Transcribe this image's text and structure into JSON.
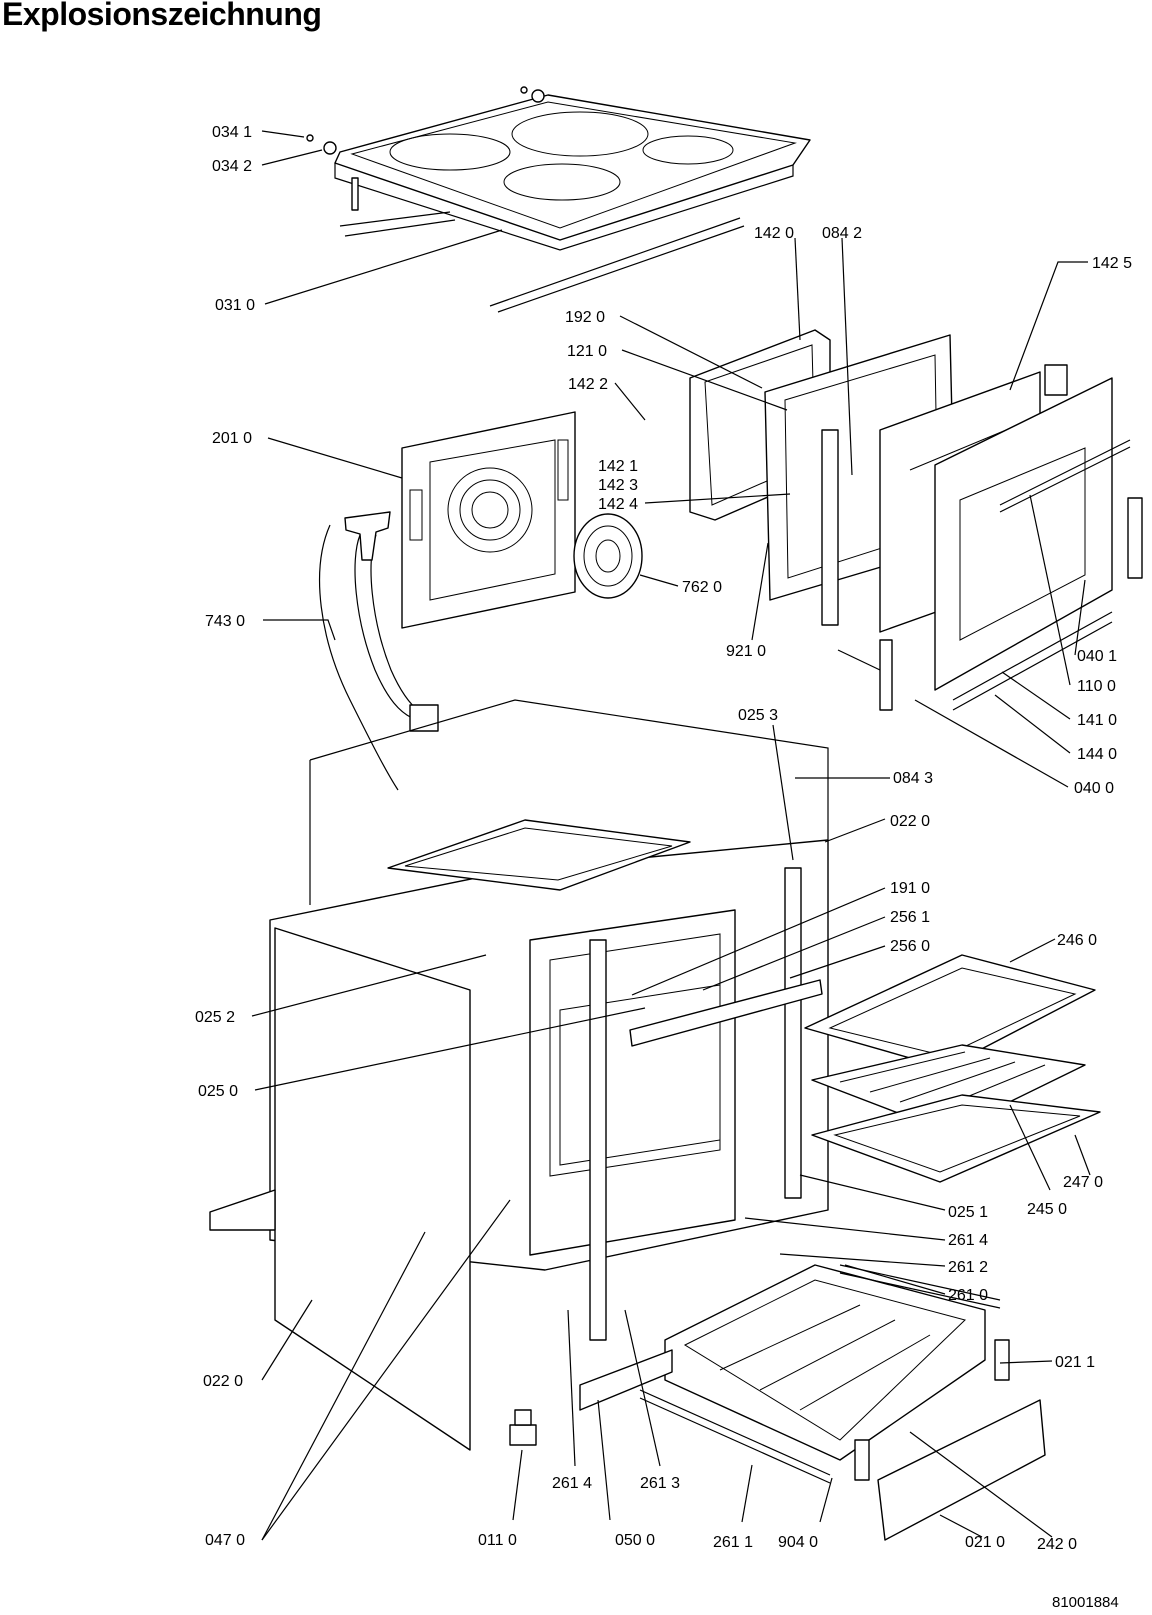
{
  "header": {
    "title": "Explosionszeichnung"
  },
  "footer": {
    "doc_number": "81001884"
  },
  "parts": [
    {
      "id": "034_1",
      "label": "034 1"
    },
    {
      "id": "034_2",
      "label": "034 2"
    },
    {
      "id": "031_0",
      "label": "031 0"
    },
    {
      "id": "142_0",
      "label": "142 0"
    },
    {
      "id": "084_2",
      "label": "084 2"
    },
    {
      "id": "142_5",
      "label": "142 5"
    },
    {
      "id": "192_0",
      "label": "192 0"
    },
    {
      "id": "121_0",
      "label": "121 0"
    },
    {
      "id": "142_2",
      "label": "142 2"
    },
    {
      "id": "201_0",
      "label": "201 0"
    },
    {
      "id": "142_1",
      "label": "142 1"
    },
    {
      "id": "142_3",
      "label": "142 3"
    },
    {
      "id": "142_4",
      "label": "142 4"
    },
    {
      "id": "762_0",
      "label": "762 0"
    },
    {
      "id": "743_0",
      "label": "743 0"
    },
    {
      "id": "921_0",
      "label": "921 0"
    },
    {
      "id": "040_1",
      "label": "040 1"
    },
    {
      "id": "110_0",
      "label": "110 0"
    },
    {
      "id": "141_0",
      "label": "141 0"
    },
    {
      "id": "144_0",
      "label": "144 0"
    },
    {
      "id": "040_0",
      "label": "040 0"
    },
    {
      "id": "025_3",
      "label": "025 3"
    },
    {
      "id": "084_3",
      "label": "084 3"
    },
    {
      "id": "022_0_top",
      "label": "022 0"
    },
    {
      "id": "191_0",
      "label": "191 0"
    },
    {
      "id": "256_1",
      "label": "256 1"
    },
    {
      "id": "256_0",
      "label": "256 0"
    },
    {
      "id": "246_0",
      "label": "246 0"
    },
    {
      "id": "025_2",
      "label": "025 2"
    },
    {
      "id": "025_0",
      "label": "025 0"
    },
    {
      "id": "247_0",
      "label": "247 0"
    },
    {
      "id": "025_1",
      "label": "025 1"
    },
    {
      "id": "245_0",
      "label": "245 0"
    },
    {
      "id": "261_4_right",
      "label": "261 4"
    },
    {
      "id": "261_2",
      "label": "261 2"
    },
    {
      "id": "261_0",
      "label": "261 0"
    },
    {
      "id": "021_1",
      "label": "021 1"
    },
    {
      "id": "022_0_left",
      "label": "022 0"
    },
    {
      "id": "261_4_bottom",
      "label": "261 4"
    },
    {
      "id": "261_3",
      "label": "261 3"
    },
    {
      "id": "047_0",
      "label": "047 0"
    },
    {
      "id": "011_0",
      "label": "011 0"
    },
    {
      "id": "050_0",
      "label": "050 0"
    },
    {
      "id": "261_1",
      "label": "261 1"
    },
    {
      "id": "904_0",
      "label": "904 0"
    },
    {
      "id": "021_0",
      "label": "021 0"
    },
    {
      "id": "242_0",
      "label": "242 0"
    }
  ]
}
